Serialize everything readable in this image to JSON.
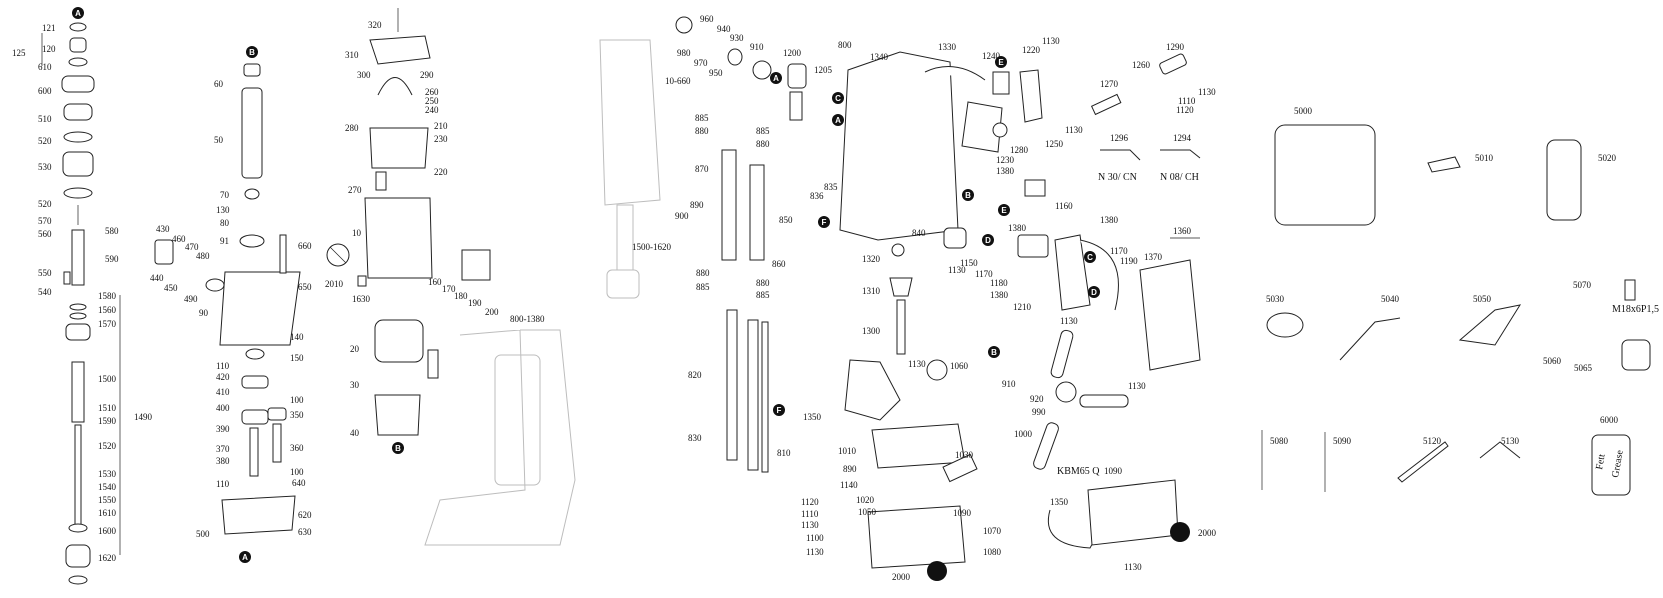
{
  "callouts": [
    {
      "id": "c121",
      "text": "121"
    },
    {
      "id": "c120",
      "text": "120"
    },
    {
      "id": "c125",
      "text": "125"
    },
    {
      "id": "c610",
      "text": "610"
    },
    {
      "id": "c600",
      "text": "600"
    },
    {
      "id": "c510",
      "text": "510"
    },
    {
      "id": "c520a",
      "text": "520"
    },
    {
      "id": "c530",
      "text": "530"
    },
    {
      "id": "c520b",
      "text": "520"
    },
    {
      "id": "c570",
      "text": "570"
    },
    {
      "id": "c560",
      "text": "560"
    },
    {
      "id": "c580",
      "text": "580"
    },
    {
      "id": "c590",
      "text": "590"
    },
    {
      "id": "c550",
      "text": "550"
    },
    {
      "id": "c540",
      "text": "540"
    },
    {
      "id": "c1580",
      "text": "1580"
    },
    {
      "id": "c1560",
      "text": "1560"
    },
    {
      "id": "c1570",
      "text": "1570"
    },
    {
      "id": "c1500",
      "text": "1500"
    },
    {
      "id": "c1510",
      "text": "1510"
    },
    {
      "id": "c1590",
      "text": "1590"
    },
    {
      "id": "c1490",
      "text": "1490"
    },
    {
      "id": "c1520",
      "text": "1520"
    },
    {
      "id": "c1530",
      "text": "1530"
    },
    {
      "id": "c1540",
      "text": "1540"
    },
    {
      "id": "c1550",
      "text": "1550"
    },
    {
      "id": "c1610",
      "text": "1610"
    },
    {
      "id": "c1600",
      "text": "1600"
    },
    {
      "id": "c1620",
      "text": "1620"
    },
    {
      "id": "c60",
      "text": "60"
    },
    {
      "id": "c50",
      "text": "50"
    },
    {
      "id": "c70",
      "text": "70"
    },
    {
      "id": "c130",
      "text": "130"
    },
    {
      "id": "c80",
      "text": "80"
    },
    {
      "id": "c91",
      "text": "91"
    },
    {
      "id": "c430",
      "text": "430"
    },
    {
      "id": "c460",
      "text": "460"
    },
    {
      "id": "c470",
      "text": "470"
    },
    {
      "id": "c480",
      "text": "480"
    },
    {
      "id": "c440",
      "text": "440"
    },
    {
      "id": "c450",
      "text": "450"
    },
    {
      "id": "c490",
      "text": "490"
    },
    {
      "id": "c660",
      "text": "660"
    },
    {
      "id": "c650",
      "text": "650"
    },
    {
      "id": "c90",
      "text": "90"
    },
    {
      "id": "c140",
      "text": "140"
    },
    {
      "id": "c110a",
      "text": "110"
    },
    {
      "id": "c150",
      "text": "150"
    },
    {
      "id": "c420",
      "text": "420"
    },
    {
      "id": "c410",
      "text": "410"
    },
    {
      "id": "c400",
      "text": "400"
    },
    {
      "id": "c100a",
      "text": "100"
    },
    {
      "id": "c350",
      "text": "350"
    },
    {
      "id": "c390",
      "text": "390"
    },
    {
      "id": "c370",
      "text": "370"
    },
    {
      "id": "c360",
      "text": "360"
    },
    {
      "id": "c380",
      "text": "380"
    },
    {
      "id": "c100b",
      "text": "100"
    },
    {
      "id": "c640",
      "text": "640"
    },
    {
      "id": "c110b",
      "text": "110"
    },
    {
      "id": "c620",
      "text": "620"
    },
    {
      "id": "c500",
      "text": "500"
    },
    {
      "id": "c630",
      "text": "630"
    },
    {
      "id": "c320",
      "text": "320"
    },
    {
      "id": "c310",
      "text": "310"
    },
    {
      "id": "c300",
      "text": "300"
    },
    {
      "id": "c290",
      "text": "290"
    },
    {
      "id": "c260",
      "text": "260"
    },
    {
      "id": "c250",
      "text": "250"
    },
    {
      "id": "c240",
      "text": "240"
    },
    {
      "id": "c280",
      "text": "280"
    },
    {
      "id": "c210",
      "text": "210"
    },
    {
      "id": "c230",
      "text": "230"
    },
    {
      "id": "c220",
      "text": "220"
    },
    {
      "id": "c270",
      "text": "270"
    },
    {
      "id": "c10",
      "text": "10"
    },
    {
      "id": "c2010",
      "text": "2010"
    },
    {
      "id": "c1630",
      "text": "1630"
    },
    {
      "id": "c160",
      "text": "160"
    },
    {
      "id": "c170",
      "text": "170"
    },
    {
      "id": "c180",
      "text": "180"
    },
    {
      "id": "c190",
      "text": "190"
    },
    {
      "id": "c200",
      "text": "200"
    },
    {
      "id": "c20",
      "text": "20"
    },
    {
      "id": "c30",
      "text": "30"
    },
    {
      "id": "c40",
      "text": "40"
    },
    {
      "id": "c800_1380",
      "text": "800-1380"
    },
    {
      "id": "c10_660",
      "text": "10-660"
    },
    {
      "id": "c1500_1620",
      "text": "1500-1620"
    },
    {
      "id": "c980",
      "text": "980"
    },
    {
      "id": "c960",
      "text": "960"
    },
    {
      "id": "c970",
      "text": "970"
    },
    {
      "id": "c940",
      "text": "940"
    },
    {
      "id": "c950",
      "text": "950"
    },
    {
      "id": "c930",
      "text": "930"
    },
    {
      "id": "c910a",
      "text": "910"
    },
    {
      "id": "c1200",
      "text": "1200"
    },
    {
      "id": "c1205",
      "text": "1205"
    },
    {
      "id": "c885a",
      "text": "885"
    },
    {
      "id": "c880a",
      "text": "880"
    },
    {
      "id": "c885b",
      "text": "885"
    },
    {
      "id": "c880b",
      "text": "880"
    },
    {
      "id": "c870",
      "text": "870"
    },
    {
      "id": "c890a",
      "text": "890"
    },
    {
      "id": "c900",
      "text": "900"
    },
    {
      "id": "c850",
      "text": "850"
    },
    {
      "id": "c860",
      "text": "860"
    },
    {
      "id": "c880c",
      "text": "880"
    },
    {
      "id": "c885c",
      "text": "885"
    },
    {
      "id": "c880d",
      "text": "880"
    },
    {
      "id": "c885d",
      "text": "885"
    },
    {
      "id": "c820",
      "text": "820"
    },
    {
      "id": "c830",
      "text": "830"
    },
    {
      "id": "c810",
      "text": "810"
    },
    {
      "id": "c800",
      "text": "800"
    },
    {
      "id": "c1340",
      "text": "1340"
    },
    {
      "id": "c1330",
      "text": "1330"
    },
    {
      "id": "c1240",
      "text": "1240"
    },
    {
      "id": "c1220",
      "text": "1220"
    },
    {
      "id": "c1130a",
      "text": "1130"
    },
    {
      "id": "c1290",
      "text": "1290"
    },
    {
      "id": "c1260",
      "text": "1260"
    },
    {
      "id": "c1270",
      "text": "1270"
    },
    {
      "id": "c1130b",
      "text": "1130"
    },
    {
      "id": "c1110",
      "text": "1110"
    },
    {
      "id": "c1120a",
      "text": "1120"
    },
    {
      "id": "c1130c",
      "text": "1130"
    },
    {
      "id": "c1250",
      "text": "1250"
    },
    {
      "id": "c1280",
      "text": "1280"
    },
    {
      "id": "c1296",
      "text": "1296"
    },
    {
      "id": "c1294",
      "text": "1294"
    },
    {
      "id": "c1230",
      "text": "1230"
    },
    {
      "id": "c1380a",
      "text": "1380"
    },
    {
      "id": "c835",
      "text": "835"
    },
    {
      "id": "c836",
      "text": "836"
    },
    {
      "id": "c1160",
      "text": "1160"
    },
    {
      "id": "c1380b",
      "text": "1380"
    },
    {
      "id": "c840",
      "text": "840"
    },
    {
      "id": "c1320",
      "text": "1320"
    },
    {
      "id": "c1150",
      "text": "1150"
    },
    {
      "id": "c1130d",
      "text": "1130"
    },
    {
      "id": "c1170a",
      "text": "1170"
    },
    {
      "id": "c1180",
      "text": "1180"
    },
    {
      "id": "c1380c",
      "text": "1380"
    },
    {
      "id": "c1170b",
      "text": "1170"
    },
    {
      "id": "c1190",
      "text": "1190"
    },
    {
      "id": "c1380d",
      "text": "1380"
    },
    {
      "id": "c1210",
      "text": "1210"
    },
    {
      "id": "c1130e",
      "text": "1130"
    },
    {
      "id": "c1360",
      "text": "1360"
    },
    {
      "id": "c1370",
      "text": "1370"
    },
    {
      "id": "c1130f",
      "text": "1130"
    },
    {
      "id": "c1310",
      "text": "1310"
    },
    {
      "id": "c1300",
      "text": "1300"
    },
    {
      "id": "c1130g",
      "text": "1130"
    },
    {
      "id": "c1060",
      "text": "1060"
    },
    {
      "id": "c1350a",
      "text": "1350"
    },
    {
      "id": "c910b",
      "text": "910"
    },
    {
      "id": "c920",
      "text": "920"
    },
    {
      "id": "c990",
      "text": "990"
    },
    {
      "id": "c1000",
      "text": "1000"
    },
    {
      "id": "c1010",
      "text": "1010"
    },
    {
      "id": "c890b",
      "text": "890"
    },
    {
      "id": "c1030",
      "text": "1030"
    },
    {
      "id": "c1140",
      "text": "1140"
    },
    {
      "id": "c1020",
      "text": "1020"
    },
    {
      "id": "c1050",
      "text": "1050"
    },
    {
      "id": "c1120b",
      "text": "1120"
    },
    {
      "id": "c1110b",
      "text": "1110"
    },
    {
      "id": "c1130h",
      "text": "1130"
    },
    {
      "id": "c1100",
      "text": "1100"
    },
    {
      "id": "c1130i",
      "text": "1130"
    },
    {
      "id": "c1090a",
      "text": "1090"
    },
    {
      "id": "c1070",
      "text": "1070"
    },
    {
      "id": "c1080",
      "text": "1080"
    },
    {
      "id": "c2000a",
      "text": "2000"
    },
    {
      "id": "c1350b",
      "text": "1350"
    },
    {
      "id": "c1090b",
      "text": "1090"
    },
    {
      "id": "c2000b",
      "text": "2000"
    },
    {
      "id": "c1130j",
      "text": "1130"
    },
    {
      "id": "c5000",
      "text": "5000"
    },
    {
      "id": "c5010",
      "text": "5010"
    },
    {
      "id": "c5020",
      "text": "5020"
    },
    {
      "id": "c5030",
      "text": "5030"
    },
    {
      "id": "c5040",
      "text": "5040"
    },
    {
      "id": "c5050",
      "text": "5050"
    },
    {
      "id": "c5070",
      "text": "5070"
    },
    {
      "id": "c5060",
      "text": "5060"
    },
    {
      "id": "c5065",
      "text": "5065"
    },
    {
      "id": "c5080",
      "text": "5080"
    },
    {
      "id": "c5090",
      "text": "5090"
    },
    {
      "id": "c5120",
      "text": "5120"
    },
    {
      "id": "c5130",
      "text": "5130"
    },
    {
      "id": "c6000",
      "text": "6000"
    }
  ],
  "labels": {
    "n30_cn": "N 30/ CN",
    "n08_ch": "N 08/ CH",
    "kbm65q": "KBM65 Q",
    "m18x6p15": "M18x6P1,5",
    "fett": "Fett",
    "grease": "Grease"
  },
  "markers": {
    "A": "A",
    "B": "B",
    "C": "C",
    "D": "D",
    "E": "E",
    "F": "F"
  }
}
